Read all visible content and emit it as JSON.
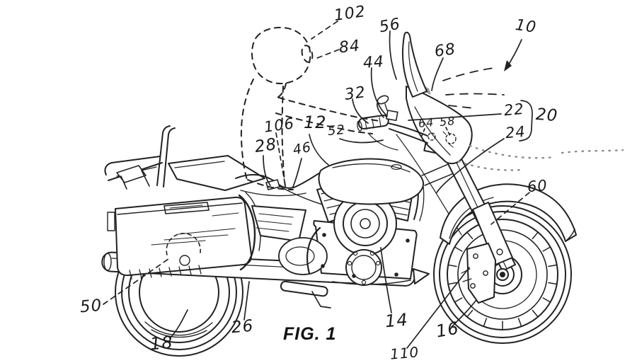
{
  "figure": {
    "caption": "FIG. 1",
    "type": "patent-line-drawing",
    "subject": "Side view of a touring motorcycle with dashed rider silhouette, windshield, fairing, saddlebag and wheels",
    "ink_color": "#222222",
    "background_color": "#ffffff",
    "shading_color": "#9a9a9a"
  },
  "reference_numerals": [
    {
      "text": "102"
    },
    {
      "text": "84"
    },
    {
      "text": "56"
    },
    {
      "text": "44"
    },
    {
      "text": "32"
    },
    {
      "text": "68"
    },
    {
      "text": "10"
    },
    {
      "text": "22"
    },
    {
      "text": "20"
    },
    {
      "text": "24"
    },
    {
      "text": "64"
    },
    {
      "text": "58"
    },
    {
      "text": "106"
    },
    {
      "text": "12"
    },
    {
      "text": "52"
    },
    {
      "text": "28"
    },
    {
      "text": "46"
    },
    {
      "text": "60"
    },
    {
      "text": "50"
    },
    {
      "text": "26"
    },
    {
      "text": "18"
    },
    {
      "text": "14"
    },
    {
      "text": "16"
    },
    {
      "text": "110"
    }
  ]
}
